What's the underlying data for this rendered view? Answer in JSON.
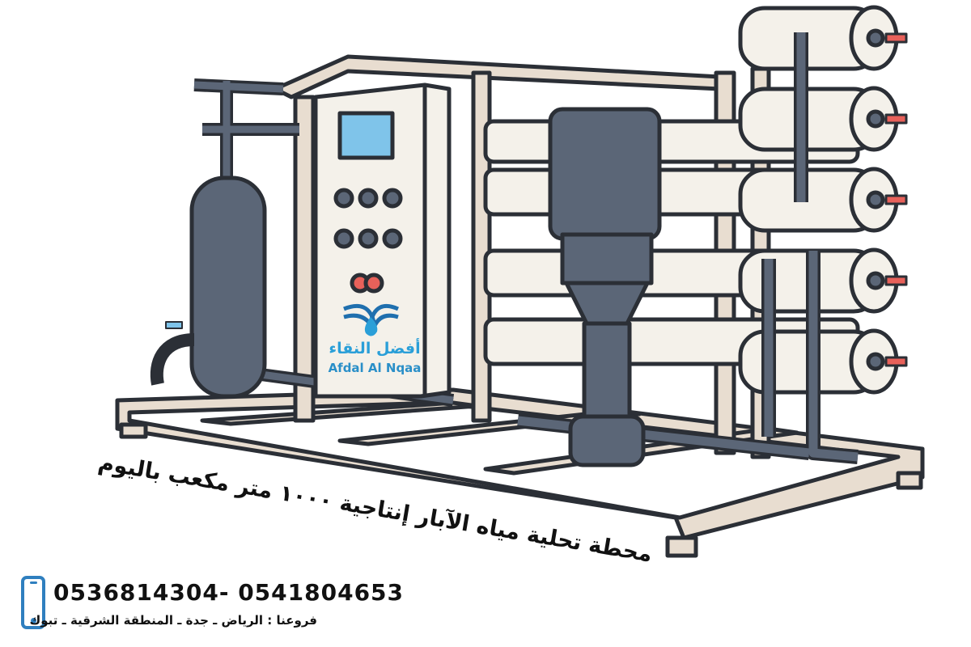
{
  "title": "محطة تحلية مياه الآبار إنتاجية ١٠٠٠ متر مكعب باليوم",
  "logo": {
    "arabic": "أفضل النقاء",
    "english": "Afdal Al Nqaa"
  },
  "contact": {
    "icon": "phone-icon",
    "phones": "0536814304- 0541804653",
    "branches": "فروعنا : الرياض ـ جدة ـ المنطقة الشرقية ـ تبوك"
  },
  "colors": {
    "frame": "#e8ddd0",
    "outline": "#2b2f36",
    "pipe": "#5b6677",
    "tube": "#f4f1ea",
    "screen": "#7fc4ea",
    "accent": "#e8615a",
    "brand": "#2a9fd8"
  }
}
